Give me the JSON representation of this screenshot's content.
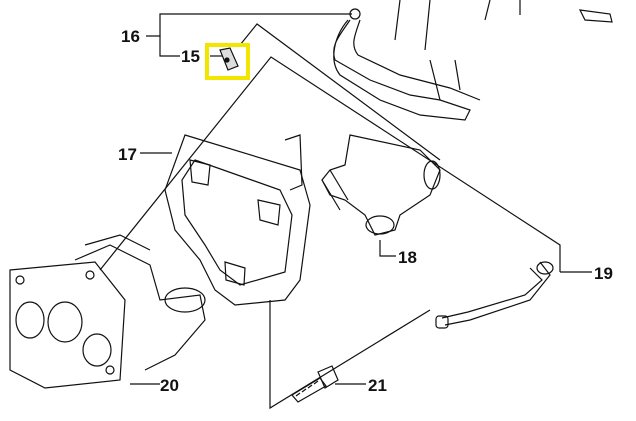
{
  "diagram": {
    "callouts": [
      {
        "id": "16",
        "label": "16"
      },
      {
        "id": "15",
        "label": "15"
      },
      {
        "id": "17",
        "label": "17"
      },
      {
        "id": "18",
        "label": "18"
      },
      {
        "id": "19",
        "label": "19"
      },
      {
        "id": "20",
        "label": "20"
      },
      {
        "id": "21",
        "label": "21"
      }
    ],
    "highlighted_part": "15",
    "highlight_color": "#f2e600"
  }
}
